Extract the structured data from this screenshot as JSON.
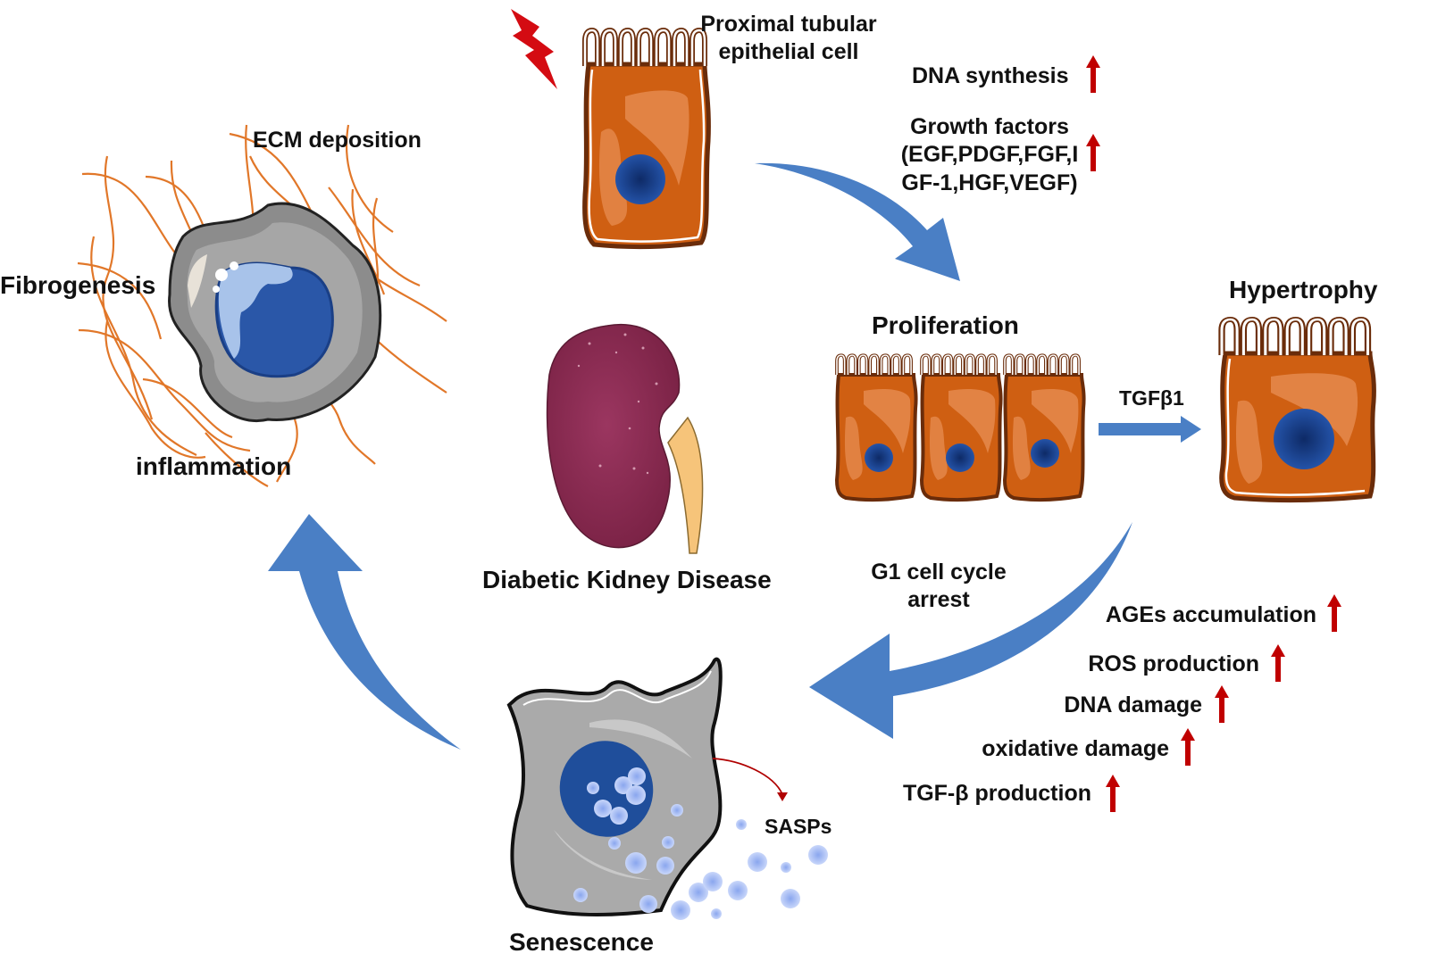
{
  "figure": {
    "title": "Diabetic Kidney Disease",
    "colors": {
      "cell_orange": "#cf5f12",
      "cell_highlight": "#e58a4d",
      "nucleus_blue": "#1f4e9b",
      "arrow_blue": "#4a7fc5",
      "up_arrow_red": "#c00000",
      "kidney": "#8e2a4e",
      "ureter": "#f6c47a",
      "fibre_orange": "#e0701e",
      "senescent_grey": "#a8a8a8",
      "sasp_dot": "#a9c1f2"
    }
  },
  "nodes": {
    "pt_cell": {
      "label_line1": "Proximal tubular",
      "label_line2": "epithelial cell",
      "icon": "lightning-bolt-icon"
    },
    "proliferation": {
      "label": "Proliferation"
    },
    "hypertrophy": {
      "label": "Hypertrophy"
    },
    "transition_tgf": {
      "label": "TGFβ1"
    },
    "senescence": {
      "label": "Senescence",
      "secretion_label": "SASPs"
    },
    "fibrosis": {
      "labels": {
        "ecm": "ECM deposition",
        "fibro": "Fibrogenesis",
        "inflam": "inflammation"
      }
    },
    "kidney": {
      "label": "Diabetic Kidney Disease"
    },
    "g1_arrest": {
      "line1": "G1 cell cycle",
      "line2": "arrest"
    }
  },
  "upregulated_top": [
    {
      "text": "DNA synthesis",
      "direction": "up"
    },
    {
      "line1": "Growth factors",
      "line2": "(EGF,PDGF,FGF,I",
      "line3": "GF-1,HGF,VEGF)",
      "direction": "up"
    }
  ],
  "upregulated_bottom": [
    {
      "text": "AGEs accumulation",
      "direction": "up"
    },
    {
      "text": "ROS production",
      "direction": "up"
    },
    {
      "text": "DNA damage",
      "direction": "up"
    },
    {
      "text": "oxidative damage",
      "direction": "up"
    },
    {
      "text": "TGF-β production",
      "direction": "up"
    }
  ]
}
